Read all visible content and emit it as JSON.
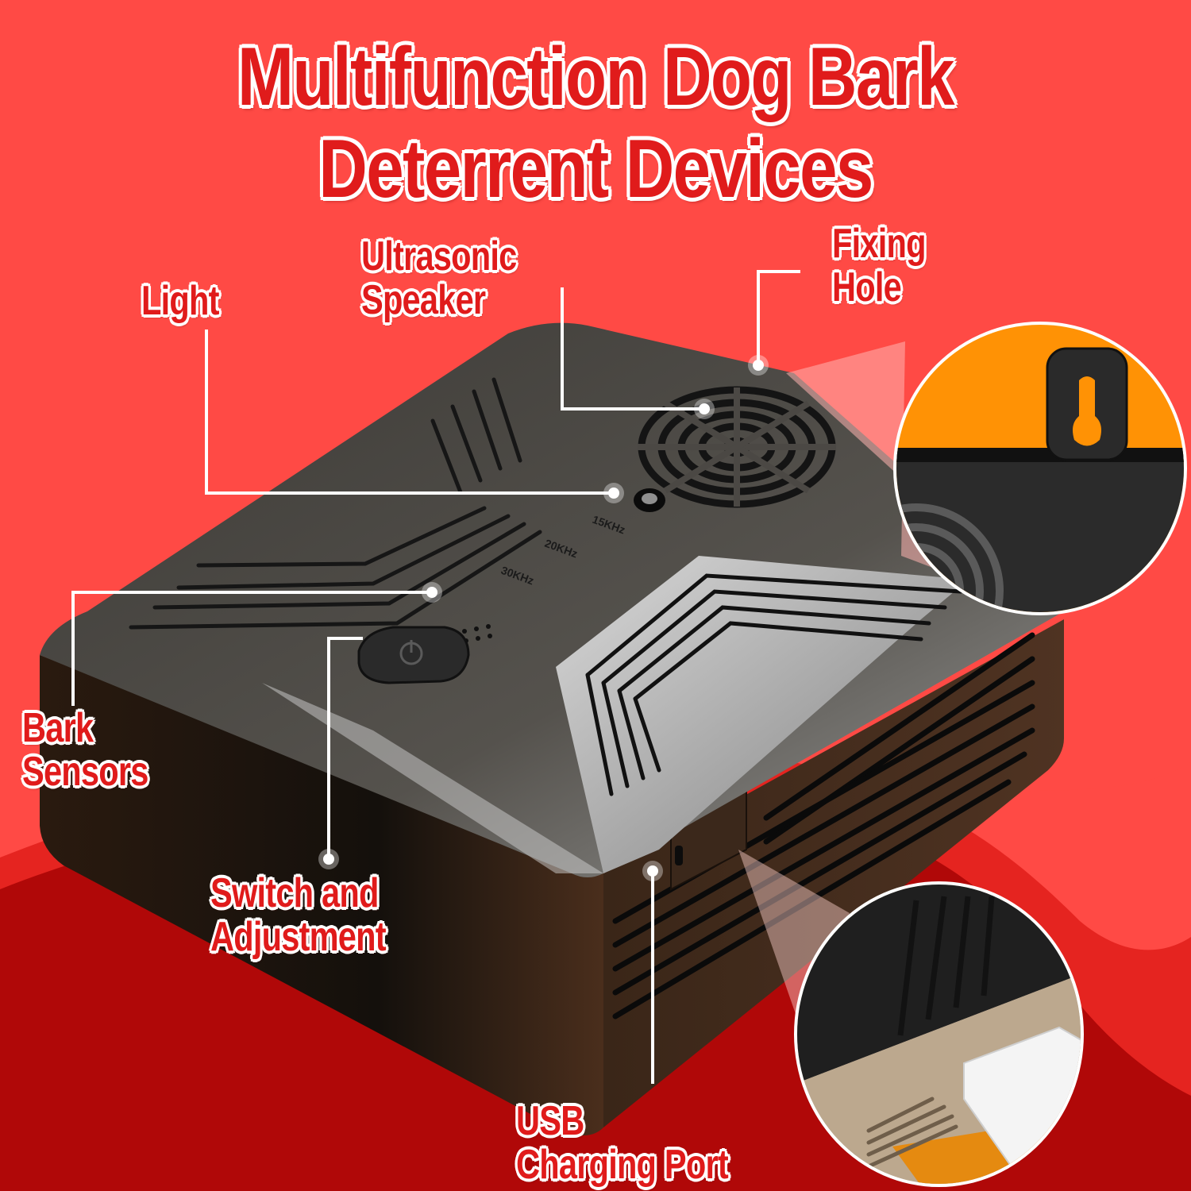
{
  "title": {
    "line1": "Multifunction Dog Bark",
    "line2": "Deterrent Devices"
  },
  "colors": {
    "background": "#ff4a45",
    "wave_dark": "#b00808",
    "wave_mid": "#e52420",
    "title_fill": "#e01b1b",
    "outline": "#ffffff",
    "device_body": "#3a3733",
    "device_side": "#2b1a10",
    "zoom_orange": "#ff9205"
  },
  "callouts": {
    "light": {
      "lines": [
        "Light"
      ]
    },
    "ultrasonic_speaker": {
      "lines": [
        "Ultrasonic",
        "Speaker"
      ]
    },
    "fixing_hole": {
      "lines": [
        "Fixing",
        "Hole"
      ]
    },
    "bark_sensors": {
      "lines": [
        "Bark",
        "Sensors"
      ]
    },
    "switch_adjustment": {
      "lines": [
        "Switch and",
        "Adjustment"
      ]
    },
    "usb_port": {
      "lines": [
        "USB",
        "Charging Port"
      ]
    }
  },
  "device": {
    "frequency_labels": [
      "15KHz",
      "20KHz",
      "30KHz"
    ],
    "power_button_icon": "power-icon"
  },
  "zoom_views": [
    {
      "name": "fixing-hole-closeup"
    },
    {
      "name": "usb-port-closeup"
    }
  ]
}
